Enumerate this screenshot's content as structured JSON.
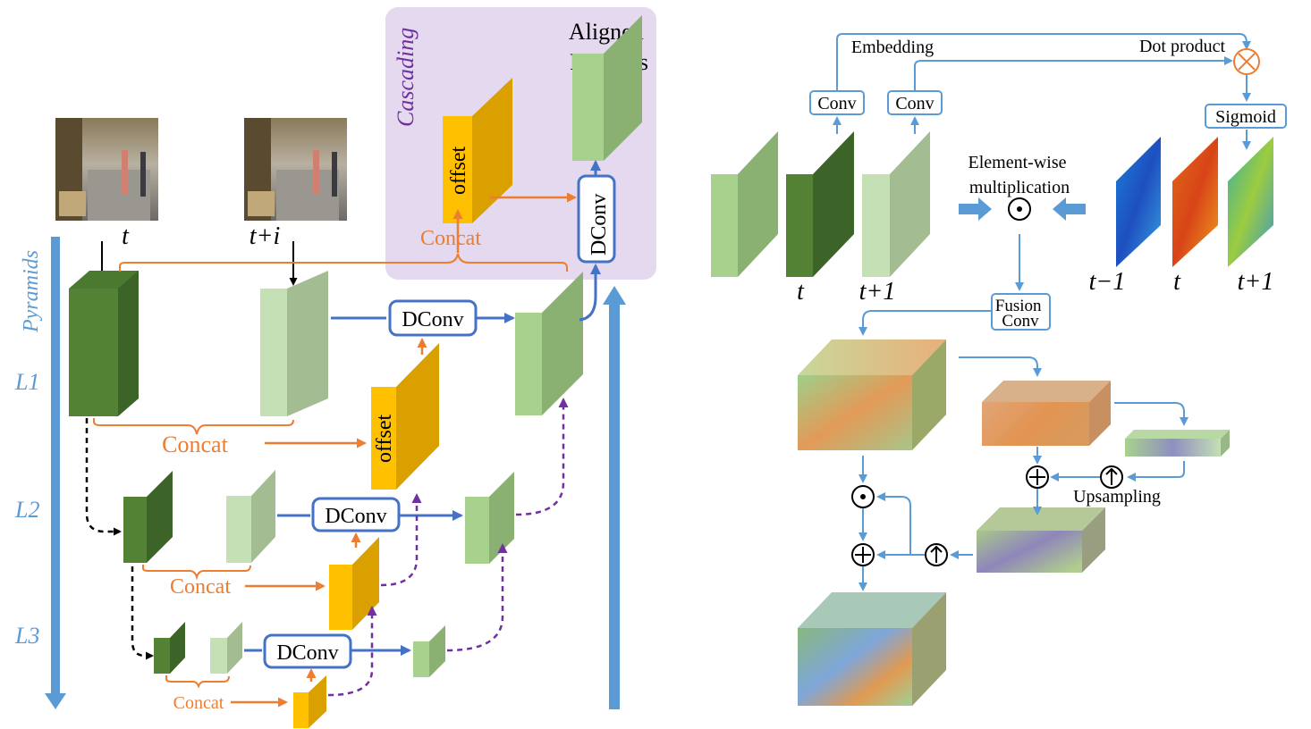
{
  "left_panel": {
    "cascading_label": "Cascading",
    "aligned_features_lines": [
      "Aligned",
      "Features"
    ],
    "pyramids_label": "Pyramids",
    "levels": [
      "L1",
      "L2",
      "L3"
    ],
    "frame_labels": [
      "t",
      "t+i"
    ],
    "concat_label": "Concat",
    "offset_label": "offset",
    "dconv_label": "DConv"
  },
  "right_panel": {
    "embedding_label": "Embedding",
    "dot_product_label": "Dot product",
    "conv_label": "Conv",
    "sigmoid_label": "Sigmoid",
    "elementwise_lines": [
      "Element-wise",
      "multiplication"
    ],
    "feature_time_labels": [
      "t",
      "t+1"
    ],
    "map_time_labels": [
      "t−1",
      "t",
      "t+1"
    ],
    "fusion_conv_lines": [
      "Fusion",
      "Conv"
    ],
    "upsampling_label": "Upsampling"
  },
  "colors": {
    "dark_green": "#548235",
    "light_green": "#c5e0b4",
    "mid_green": "#a9d18e",
    "yellow": "#ffc000",
    "orange_text": "#ed7d31",
    "blue_arrow": "#4472c4",
    "light_blue_arrow": "#5b9bd5",
    "purple_dash": "#7030a0",
    "cascading_bg": "#e4d9ef"
  }
}
